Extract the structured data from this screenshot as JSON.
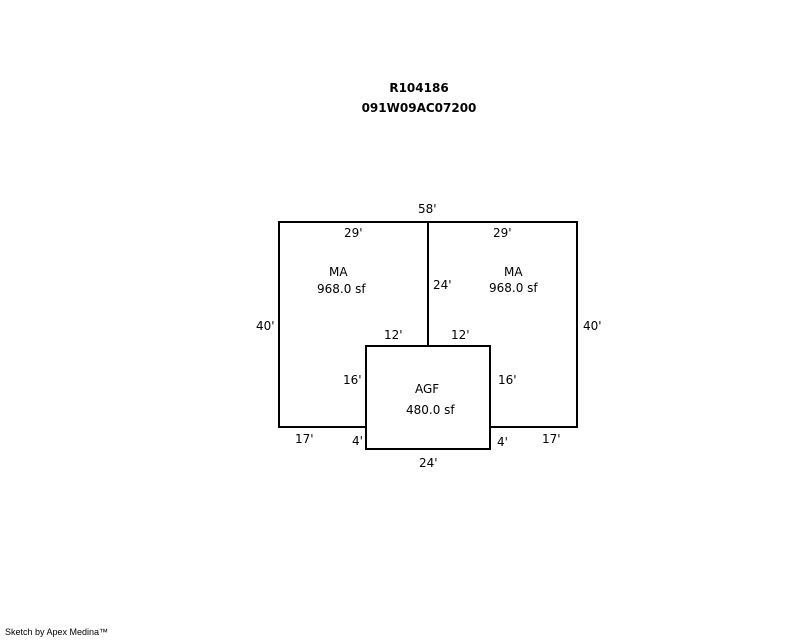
{
  "header": {
    "parcel_id": "R104186",
    "map_number": "091W09AC07200"
  },
  "sketch": {
    "areas": [
      {
        "code": "MA",
        "area": "968.0 sf"
      },
      {
        "code": "MA",
        "area": "968.0 sf"
      },
      {
        "code": "AGF",
        "area": "480.0 sf"
      }
    ],
    "dimensions": {
      "top_total": "58'",
      "top_left": "29'",
      "top_right": "29'",
      "divider": "24'",
      "left_side": "40'",
      "right_side": "40'",
      "agf_top_left": "12'",
      "agf_top_right": "12'",
      "agf_left": "16'",
      "agf_right": "16'",
      "bottom_left": "17'",
      "bottom_right": "17'",
      "agf_step_left": "4'",
      "agf_step_right": "4'",
      "agf_bottom": "24'"
    }
  },
  "footer": {
    "credit": "Sketch by Apex Medina™"
  }
}
